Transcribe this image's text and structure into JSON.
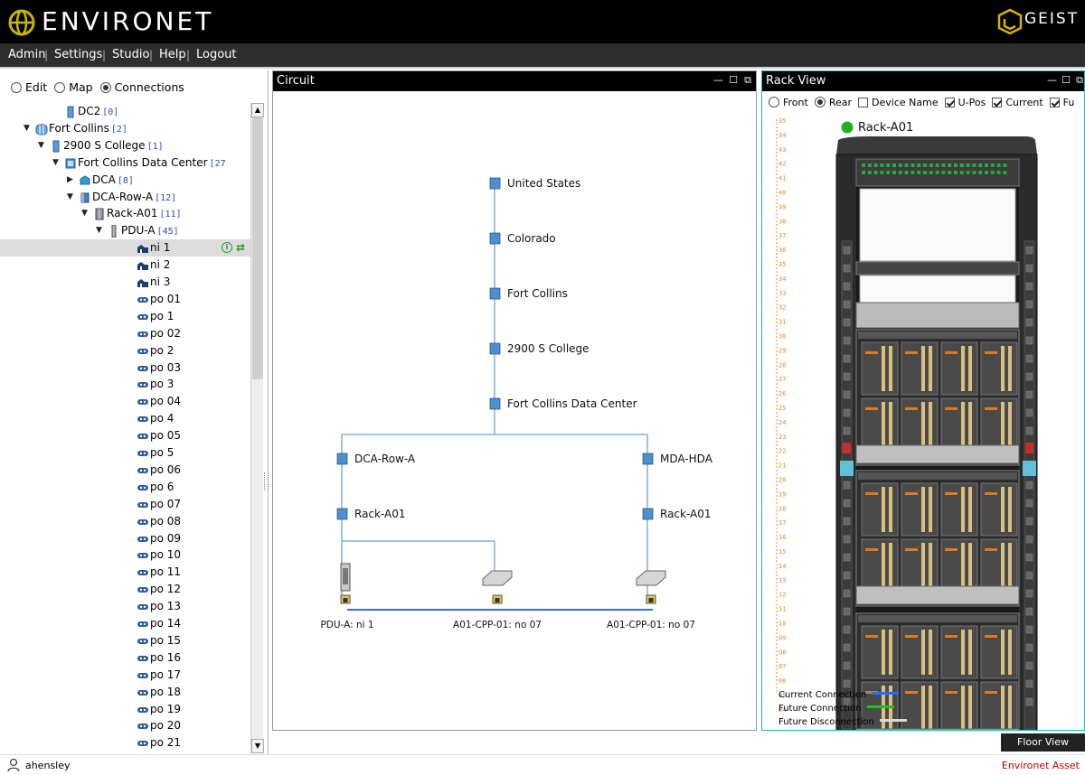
{
  "app": {
    "title": "ENVIRONET",
    "brand": "GEIST",
    "footer_brand": "Environet Asset"
  },
  "menu": [
    "Admin",
    "Settings",
    "Studio",
    "Help",
    "Logout"
  ],
  "modes": [
    {
      "label": "Edit",
      "selected": false
    },
    {
      "label": "Map",
      "selected": false
    },
    {
      "label": "Connections",
      "selected": true
    }
  ],
  "tree": [
    {
      "label": "DC2",
      "count": "[0]",
      "depth": 5,
      "icon": "building-icon",
      "toggle": ""
    },
    {
      "label": "Fort Collins",
      "count": "[2]",
      "depth": 3,
      "icon": "city-icon",
      "toggle": "open"
    },
    {
      "label": "2900 S College",
      "count": "[1]",
      "depth": 4,
      "icon": "building-icon",
      "toggle": "open"
    },
    {
      "label": "Fort Collins Data Center",
      "count": "[27",
      "depth": 5,
      "icon": "datacenter-icon",
      "toggle": "open"
    },
    {
      "label": "DCA",
      "count": "[8]",
      "depth": 6,
      "icon": "zone-icon",
      "toggle": "closed"
    },
    {
      "label": "DCA-Row-A",
      "count": "[12]",
      "depth": 6,
      "icon": "row-icon",
      "toggle": "open"
    },
    {
      "label": "Rack-A01",
      "count": "[11]",
      "depth": 7,
      "icon": "rack-icon",
      "toggle": "open"
    },
    {
      "label": "PDU-A",
      "count": "[45]",
      "depth": 8,
      "icon": "pdu-icon",
      "toggle": "open"
    },
    {
      "label": "ni 1",
      "count": "",
      "depth": 10,
      "icon": "inlet-icon",
      "toggle": "",
      "selected": true
    },
    {
      "label": "ni 2",
      "count": "",
      "depth": 10,
      "icon": "inlet-icon",
      "toggle": ""
    },
    {
      "label": "ni 3",
      "count": "",
      "depth": 10,
      "icon": "inlet-icon",
      "toggle": ""
    },
    {
      "label": "po 01",
      "count": "",
      "depth": 10,
      "icon": "outlet-icon",
      "toggle": ""
    },
    {
      "label": "po 1",
      "count": "",
      "depth": 10,
      "icon": "outlet-icon",
      "toggle": ""
    },
    {
      "label": "po 02",
      "count": "",
      "depth": 10,
      "icon": "outlet-icon",
      "toggle": ""
    },
    {
      "label": "po 2",
      "count": "",
      "depth": 10,
      "icon": "outlet-icon",
      "toggle": ""
    },
    {
      "label": "po 03",
      "count": "",
      "depth": 10,
      "icon": "outlet-icon",
      "toggle": ""
    },
    {
      "label": "po 3",
      "count": "",
      "depth": 10,
      "icon": "outlet-icon",
      "toggle": ""
    },
    {
      "label": "po 04",
      "count": "",
      "depth": 10,
      "icon": "outlet-icon",
      "toggle": ""
    },
    {
      "label": "po 4",
      "count": "",
      "depth": 10,
      "icon": "outlet-icon",
      "toggle": ""
    },
    {
      "label": "po 05",
      "count": "",
      "depth": 10,
      "icon": "outlet-icon",
      "toggle": ""
    },
    {
      "label": "po 5",
      "count": "",
      "depth": 10,
      "icon": "outlet-icon",
      "toggle": ""
    },
    {
      "label": "po 06",
      "count": "",
      "depth": 10,
      "icon": "outlet-icon",
      "toggle": ""
    },
    {
      "label": "po 6",
      "count": "",
      "depth": 10,
      "icon": "outlet-icon",
      "toggle": ""
    },
    {
      "label": "po 07",
      "count": "",
      "depth": 10,
      "icon": "outlet-icon",
      "toggle": ""
    },
    {
      "label": "po 08",
      "count": "",
      "depth": 10,
      "icon": "outlet-icon",
      "toggle": ""
    },
    {
      "label": "po 09",
      "count": "",
      "depth": 10,
      "icon": "outlet-icon",
      "toggle": ""
    },
    {
      "label": "po 10",
      "count": "",
      "depth": 10,
      "icon": "outlet-icon",
      "toggle": ""
    },
    {
      "label": "po 11",
      "count": "",
      "depth": 10,
      "icon": "outlet-icon",
      "toggle": ""
    },
    {
      "label": "po 12",
      "count": "",
      "depth": 10,
      "icon": "outlet-icon",
      "toggle": ""
    },
    {
      "label": "po 13",
      "count": "",
      "depth": 10,
      "icon": "outlet-icon",
      "toggle": ""
    },
    {
      "label": "po 14",
      "count": "",
      "depth": 10,
      "icon": "outlet-icon",
      "toggle": ""
    },
    {
      "label": "po 15",
      "count": "",
      "depth": 10,
      "icon": "outlet-icon",
      "toggle": ""
    },
    {
      "label": "po 16",
      "count": "",
      "depth": 10,
      "icon": "outlet-icon",
      "toggle": ""
    },
    {
      "label": "po 17",
      "count": "",
      "depth": 10,
      "icon": "outlet-icon",
      "toggle": ""
    },
    {
      "label": "po 18",
      "count": "",
      "depth": 10,
      "icon": "outlet-icon",
      "toggle": ""
    },
    {
      "label": "po 19",
      "count": "",
      "depth": 10,
      "icon": "outlet-icon",
      "toggle": ""
    },
    {
      "label": "po 20",
      "count": "",
      "depth": 10,
      "icon": "outlet-icon",
      "toggle": ""
    },
    {
      "label": "po 21",
      "count": "",
      "depth": 10,
      "icon": "outlet-icon",
      "toggle": ""
    }
  ],
  "circuit": {
    "title": "Circuit",
    "chain": [
      "United States",
      "Colorado",
      "Fort Collins",
      "2900 S College",
      "Fort Collins Data Center"
    ],
    "left_branch": [
      "DCA-Row-A",
      "Rack-A01"
    ],
    "right_branch": [
      "MDA-HDA",
      "Rack-A01"
    ],
    "endpoints": [
      "PDU-A: ni 1",
      "A01-CPP-01: no 07",
      "A01-CPP-01: no 07"
    ]
  },
  "rack": {
    "panel_title": "Rack View",
    "options": [
      {
        "label": "Front",
        "type": "radio",
        "checked": false
      },
      {
        "label": "Rear",
        "type": "radio",
        "checked": true
      },
      {
        "label": "Device Name",
        "type": "checkbox",
        "checked": false
      },
      {
        "label": "U-Pos",
        "type": "checkbox",
        "checked": true
      },
      {
        "label": "Current",
        "type": "checkbox",
        "checked": true
      },
      {
        "label": "Fu",
        "type": "checkbox",
        "checked": true
      }
    ],
    "name": "Rack-A01",
    "status_color": "#22b022",
    "u_labels": [
      "35",
      "34",
      "43",
      "42",
      "41",
      "40",
      "39",
      "38",
      "37",
      "36",
      "35",
      "34",
      "33",
      "32",
      "31",
      "30",
      "29",
      "28",
      "27",
      "26",
      "25",
      "24",
      "23",
      "22",
      "21",
      "20",
      "19",
      "18",
      "17",
      "16",
      "15",
      "14",
      "13",
      "12",
      "11",
      "10",
      "09",
      "08",
      "07",
      "06",
      "05",
      "04"
    ],
    "legend": [
      {
        "label": "Current Connection",
        "color": "#2f6fe0"
      },
      {
        "label": "Future Connection",
        "color": "#22c022"
      },
      {
        "label": "Future Disconnection",
        "color": "#d8d8d8"
      }
    ]
  },
  "floor_view": "Floor View",
  "status": {
    "user": "ahensley"
  },
  "colors": {
    "accent": "#2ab0c8",
    "line": "#7fb0d8",
    "count": "#2a4db5"
  }
}
